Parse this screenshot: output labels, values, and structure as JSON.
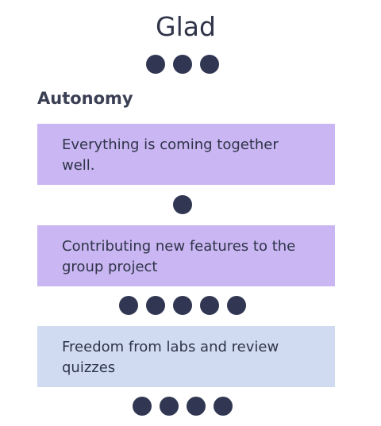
{
  "header": {
    "title": "Glad",
    "rating": 3
  },
  "section": {
    "heading": "Autonomy"
  },
  "items": [
    {
      "text": "Everything is coming together well.",
      "rating": 1,
      "color": "#c9b6f2"
    },
    {
      "text": "Contributing new features to the group project",
      "rating": 5,
      "color": "#c9b6f2"
    },
    {
      "text": "Freedom from labs and review quizzes",
      "rating": 4,
      "color": "#d0dbf2"
    }
  ],
  "colors": {
    "dot": "#313752",
    "text": "#2f3449",
    "card_purple": "#c9b6f2",
    "card_blue": "#d0dbf2"
  }
}
